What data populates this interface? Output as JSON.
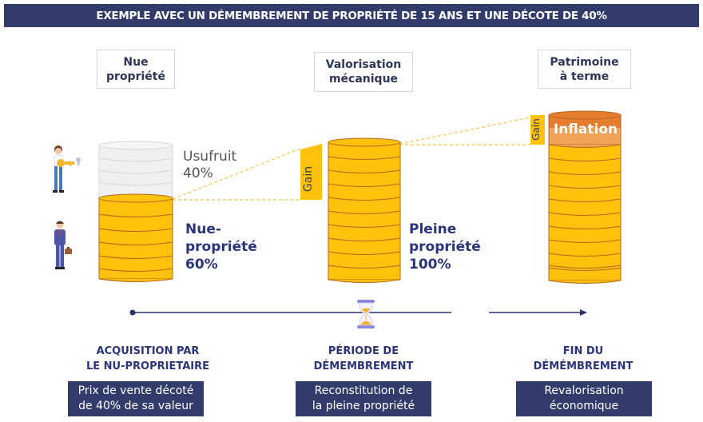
{
  "header": {
    "title": "EXEMPLE AVEC UN DÉMEMBREMENT DE PROPRIÉTÉ DE 15 ANS ET UNE DÉCOTE DE 40%"
  },
  "stages": [
    {
      "title_line1": "Nue",
      "title_line2": "propriété"
    },
    {
      "title_line1": "Valorisation",
      "title_line2": "mécanique"
    },
    {
      "title_line1": "Patrimoine",
      "title_line2": "à terme"
    }
  ],
  "stack1": {
    "usufruct_line1": "Usufruit",
    "usufruct_line2": "40%",
    "bare_line1": "Nue-",
    "bare_line2": "propriété",
    "bare_line3": "60%"
  },
  "stack2": {
    "gain_label": "Gain",
    "full_line1": "Pleine",
    "full_line2": "propriété",
    "full_line3": "100%"
  },
  "stack3": {
    "gain_label": "Gain",
    "inflation_label": "Inflation"
  },
  "icons": {
    "usufructuary": "person-with-key-icon",
    "bare_owner": "businessman-icon",
    "timeline_center": "hourglass-icon"
  },
  "phases": [
    {
      "title_line1": "ACQUISITION PAR",
      "title_line2": "LE NU-PROPRIETAIRE",
      "box_line1": "Prix de vente décoté",
      "box_line2": "de 40% de sa valeur"
    },
    {
      "title_line1": "PÉRIODE DE",
      "title_line2": "DÉMEMBREMENT",
      "box_line1": "Reconstitution de",
      "box_line2": "la pleine propriété"
    },
    {
      "title_line1": "FIN DU",
      "title_line2": "DÉMÉMBREMENT",
      "box_line1": "Revalorisation",
      "box_line2": "économique"
    }
  ],
  "colors": {
    "navy": "#323c6b",
    "title_blue": "#2a3479",
    "coin_gold": "#fec20c",
    "coin_edge": "#b5651d",
    "inflation_orange": "#ec8a3a",
    "usufruct_grey": "#efefef"
  }
}
